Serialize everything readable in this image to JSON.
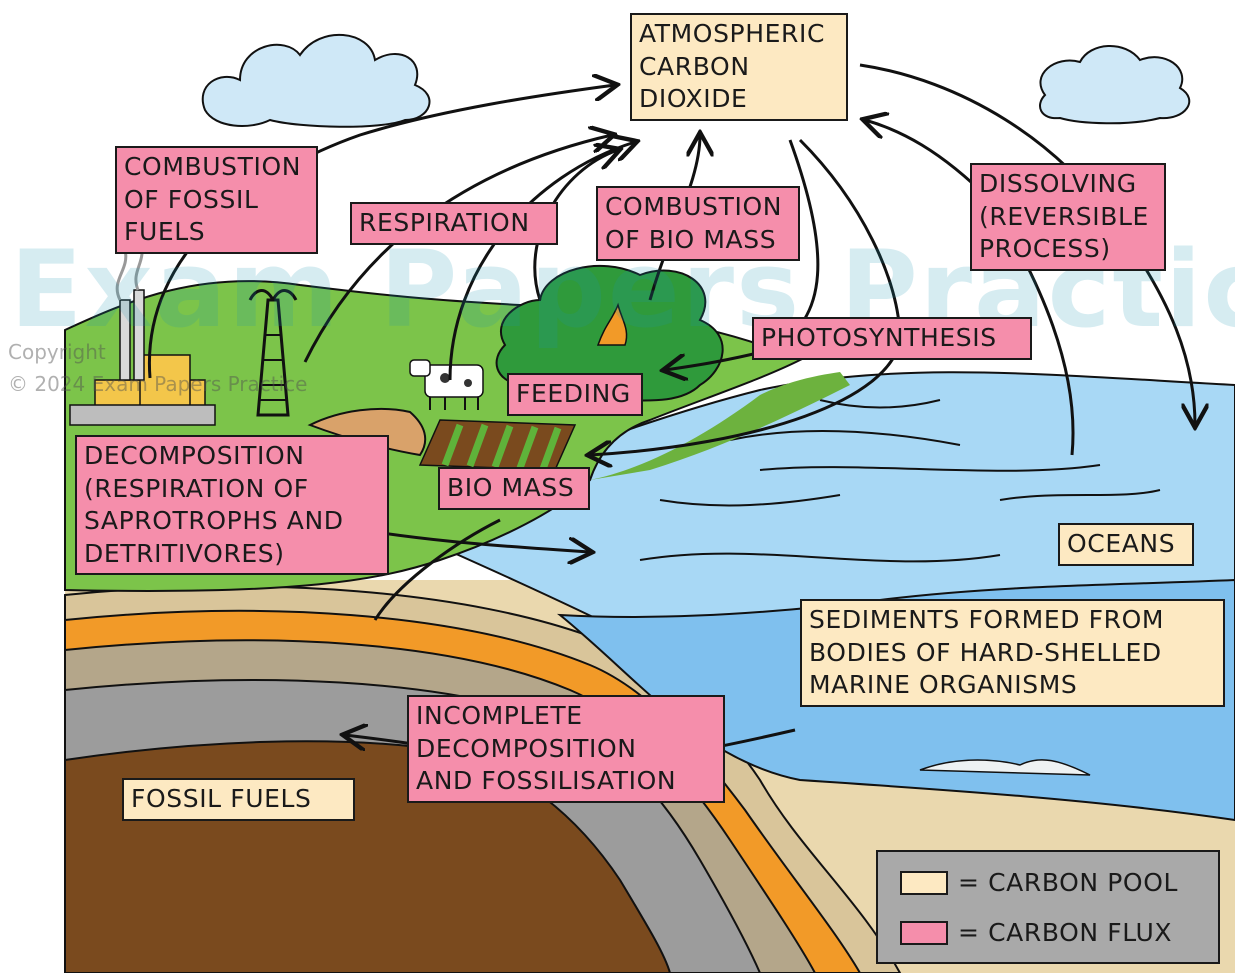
{
  "watermark": {
    "text": "Exam Papers Practice",
    "copyright_line1": "Copyright",
    "copyright_line2": "© 2024 Exam Papers Practice"
  },
  "pools": {
    "atmospheric": "ATMOSPHERIC\nCARBON\nDIOXIDE",
    "oceans": "OCEANS",
    "sediments": "SEDIMENTS FORMED FROM\nBODIES OF HARD-SHELLED\nMARINE ORGANISMS",
    "fossil_fuels": "FOSSIL FUELS"
  },
  "fluxes": {
    "combustion_fossil": "COMBUSTION\nOF FOSSIL\nFUELS",
    "respiration": "RESPIRATION",
    "combustion_biomass": "COMBUSTION\nOF BIO MASS",
    "dissolving": "DISSOLVING\n(REVERSIBLE\nPROCESS)",
    "photosynthesis": "PHOTOSYNTHESIS",
    "feeding": "FEEDING",
    "biomass": "BIO MASS",
    "decomposition": "DECOMPOSITION\n(RESPIRATION OF\nSAPROTROPHS AND\nDETRITIVORES)",
    "incomplete": "INCOMPLETE\nDECOMPOSITION\nAND FOSSILISATION"
  },
  "legend": {
    "pool_label": "= CARBON POOL",
    "flux_label": "= CARBON FLUX"
  },
  "colors": {
    "pool": "#fde9c2",
    "flux": "#f58eab",
    "ocean": "#a8d8f5",
    "land": "#7cc44a",
    "soil": "#7a4a1e"
  }
}
